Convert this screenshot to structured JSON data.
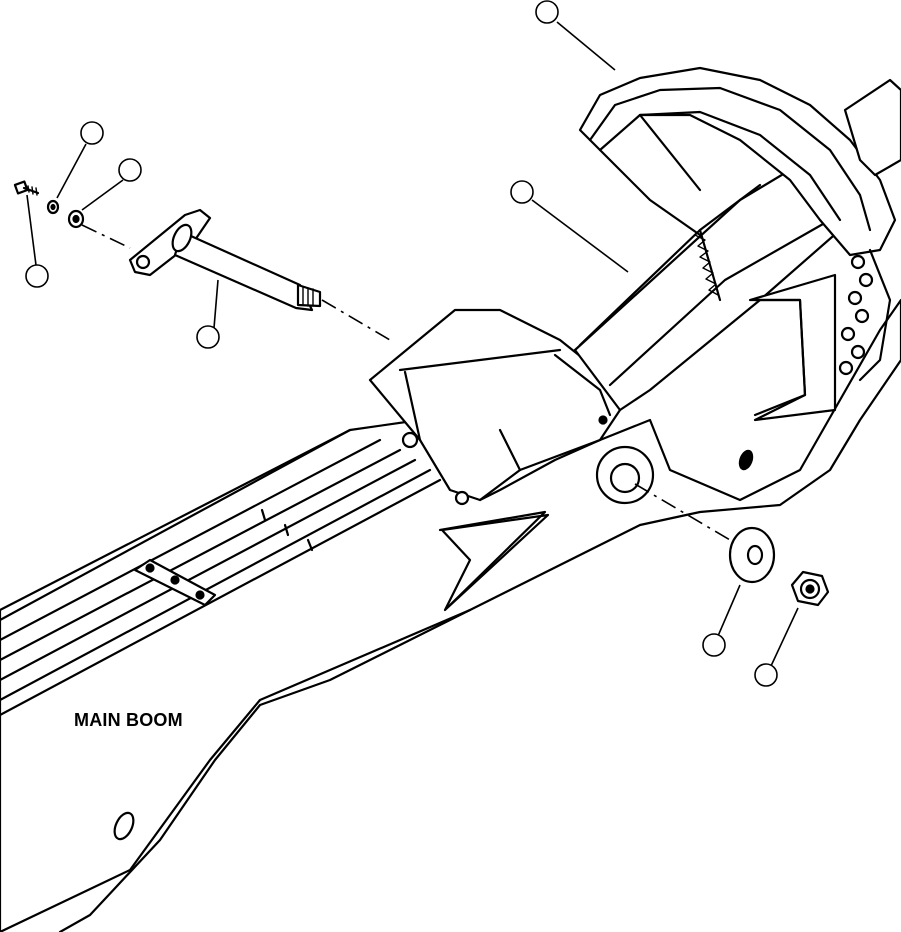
{
  "labels": {
    "main_boom": "MAIN BOOM"
  },
  "callouts": [
    {
      "id": "callout-top",
      "text": ""
    },
    {
      "id": "callout-arm",
      "text": ""
    },
    {
      "id": "callout-washer-small-1",
      "text": ""
    },
    {
      "id": "callout-washer-small-2",
      "text": ""
    },
    {
      "id": "callout-bolt",
      "text": ""
    },
    {
      "id": "callout-pin",
      "text": ""
    },
    {
      "id": "callout-washer-large",
      "text": ""
    },
    {
      "id": "callout-nut",
      "text": ""
    }
  ],
  "colors": {
    "ink": "#000000",
    "paper": "#ffffff"
  }
}
